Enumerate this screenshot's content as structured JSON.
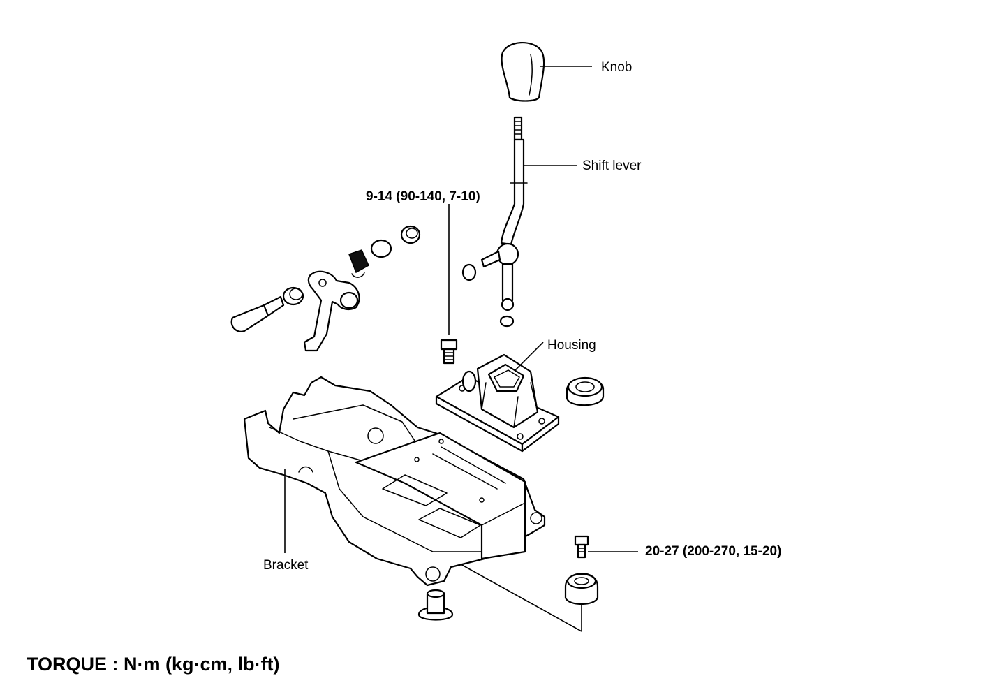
{
  "labels": {
    "knob": "Knob",
    "shift_lever": "Shift lever",
    "housing": "Housing",
    "bracket": "Bracket"
  },
  "torque_specs": {
    "housing_bolt": "9-14 (90-140, 7-10)",
    "bracket_bolt": "20-27 (200-270, 15-20)"
  },
  "legend": {
    "torque_units": "TORQUE : N·m  (kg·cm, lb·ft)"
  }
}
